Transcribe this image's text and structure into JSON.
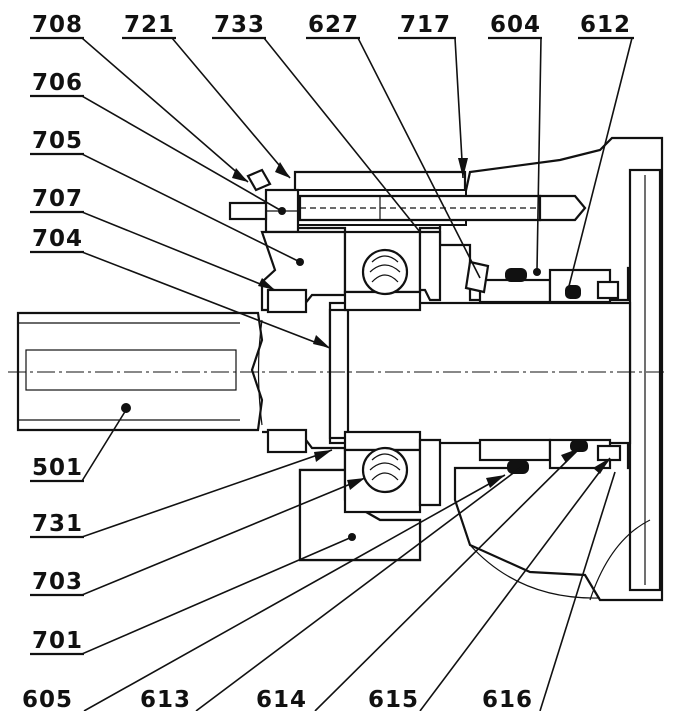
{
  "callouts": {
    "top": [
      "708",
      "721",
      "733",
      "627",
      "717",
      "604",
      "612"
    ],
    "left": [
      "706",
      "705",
      "707",
      "704",
      "501",
      "731",
      "703",
      "701"
    ],
    "bottom": [
      "605",
      "613",
      "614",
      "615",
      "616"
    ]
  }
}
